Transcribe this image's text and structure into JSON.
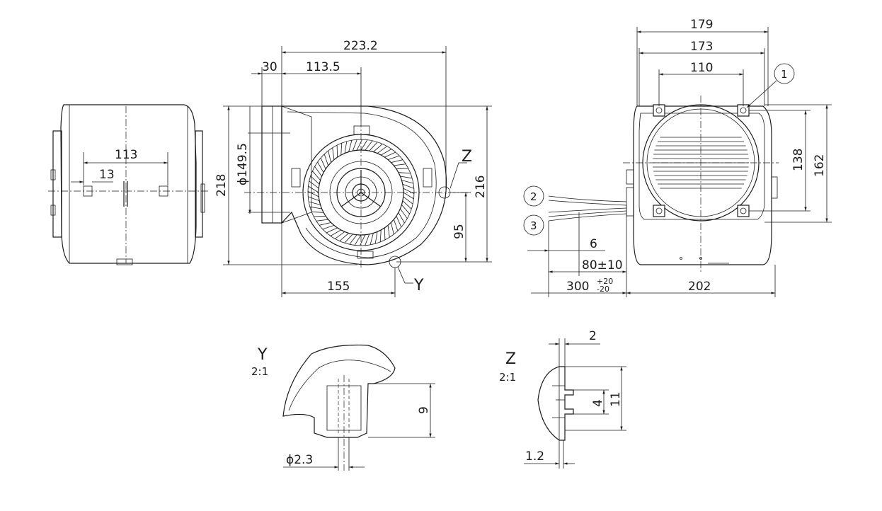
{
  "dimensions": {
    "side_width": "113",
    "side_slot": "13",
    "front_overall_width": "223.2",
    "flange_depth": "30",
    "inlet_to_axis": "113.5",
    "front_height": "218",
    "inlet_diameter": "ϕ149.5",
    "scroll_height": "216",
    "axis_height": "95",
    "inlet_to_foot": "155",
    "end_width": "179",
    "flange_width": "173",
    "hole_spacing_h": "110",
    "hole_spacing_v": "138",
    "flange_height": "162",
    "strip_length": "6",
    "wire_end": "80±10",
    "cable_length": "300",
    "cable_tol_upper": "+20",
    "cable_tol_lower": "-20",
    "end_depth": "202",
    "pin_height": "9",
    "pin_diameter": "ϕ2.3",
    "slot_total": "11",
    "slot_gap": "4",
    "wall_thickness": "2",
    "lip_thickness": "1.2"
  },
  "details": {
    "y": "Y",
    "y_scale": "2:1",
    "z": "Z",
    "z_scale": "2:1"
  },
  "balloons": {
    "b1": "1",
    "b2": "2",
    "b3": "3"
  }
}
